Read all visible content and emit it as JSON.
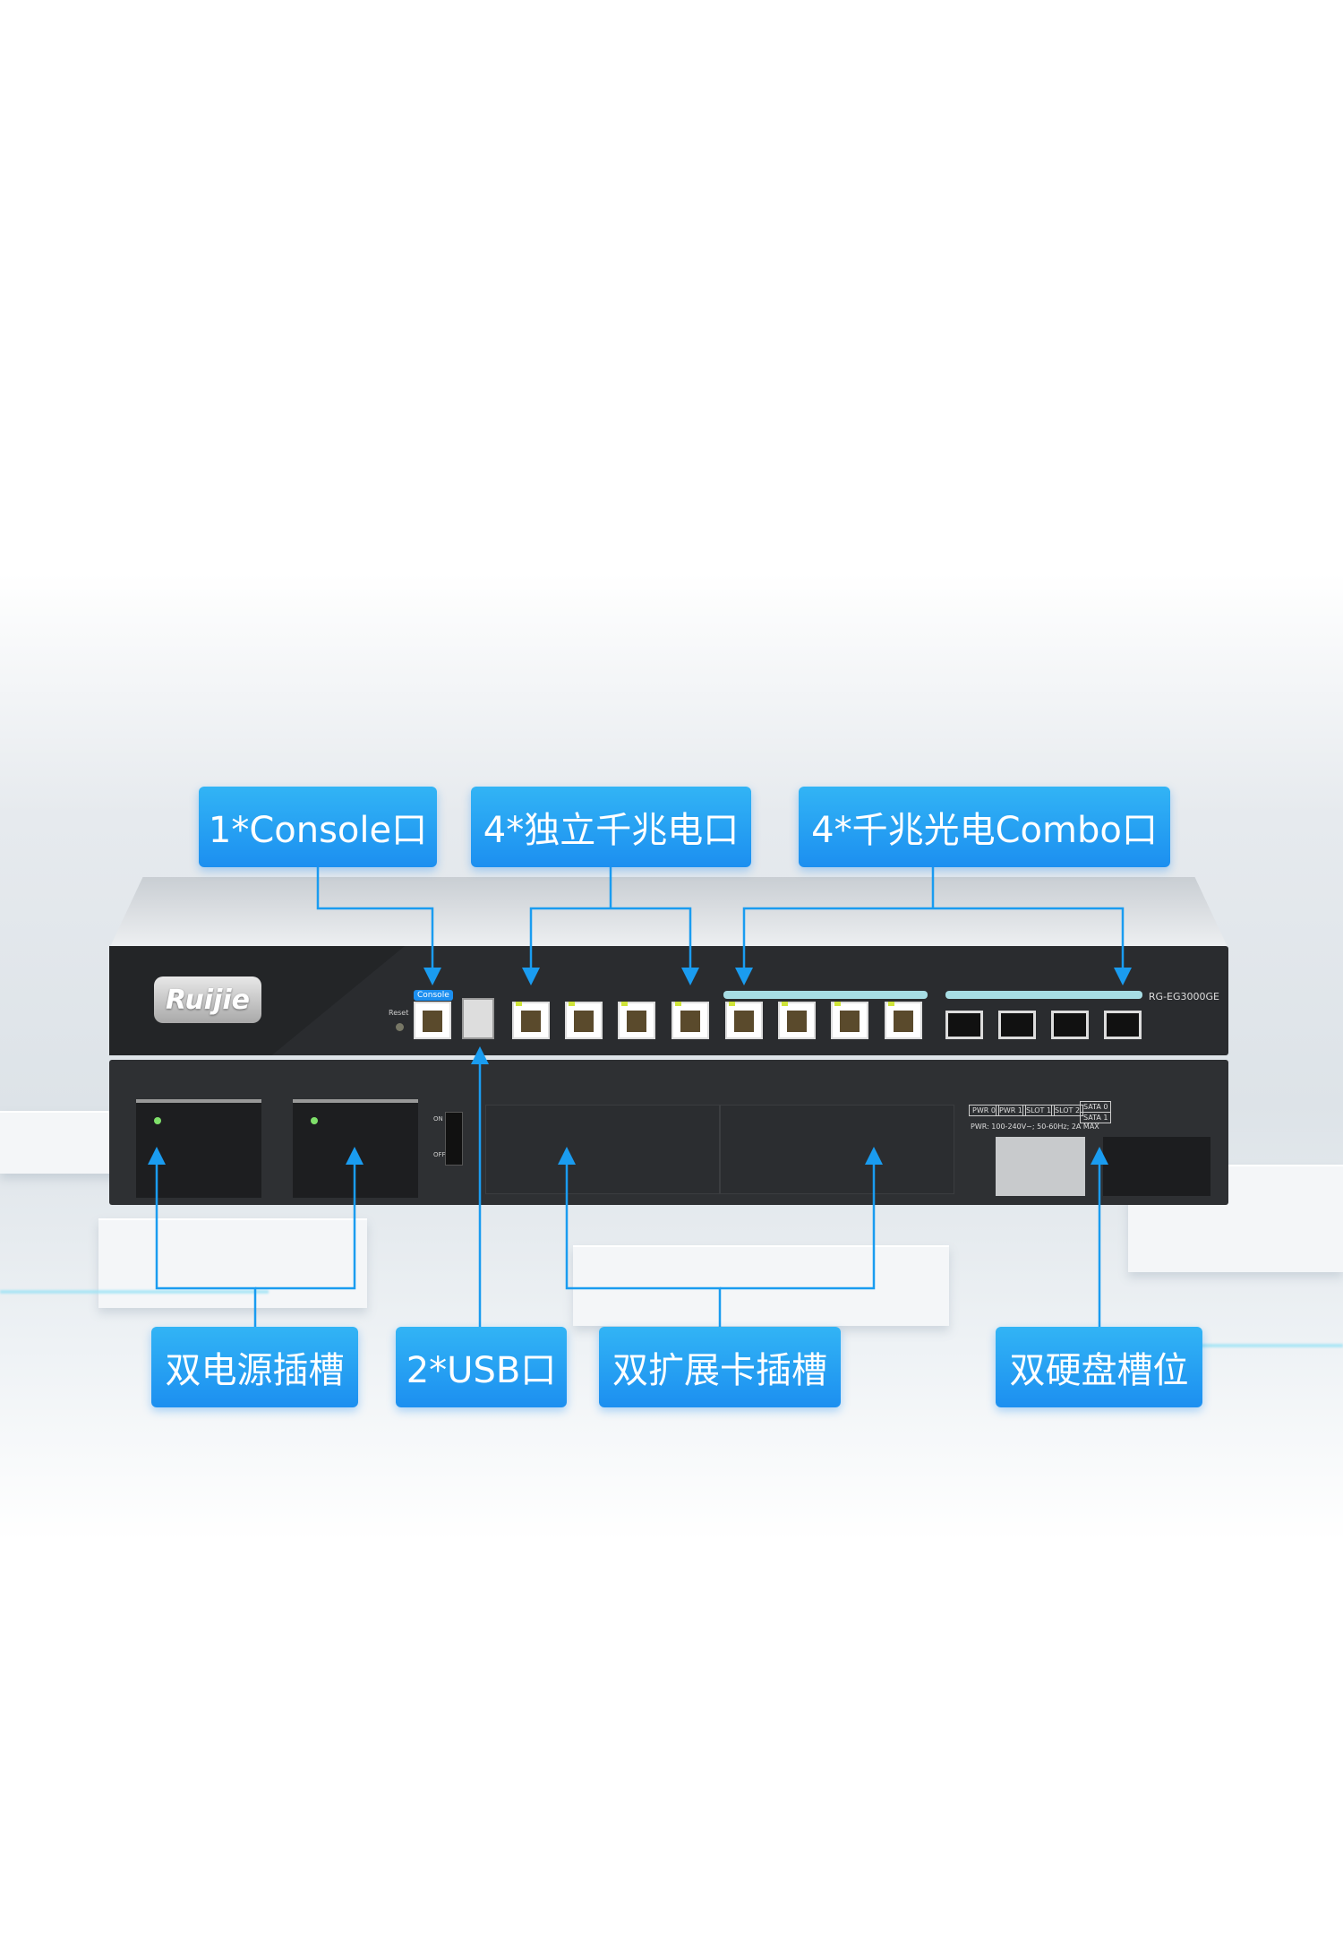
{
  "callouts_top": [
    {
      "label": "1*Console口"
    },
    {
      "label": "4*独立千兆电口"
    },
    {
      "label": "4*千兆光电Combo口"
    }
  ],
  "callouts_bottom": [
    {
      "label": "双电源插槽"
    },
    {
      "label": "2*USB口"
    },
    {
      "label": "双扩展卡插槽"
    },
    {
      "label": "双硬盘槽位"
    }
  ],
  "device": {
    "brand": "Ruijie",
    "model": "RG-EG3000GE",
    "console_label": "Console",
    "reset_label": "Reset",
    "rear_labels": [
      "PWR 0",
      "PWR 1",
      "SLOT 1",
      "SLOT 2",
      "SATA 0",
      "SATA 1"
    ],
    "power_rating": "PWR: 100-240V~; 50-60Hz; 2A MAX",
    "switch_on": "ON",
    "switch_off": "OFF"
  },
  "colors": {
    "accent": "#1c8ff0",
    "line": "#1a9cf0"
  }
}
